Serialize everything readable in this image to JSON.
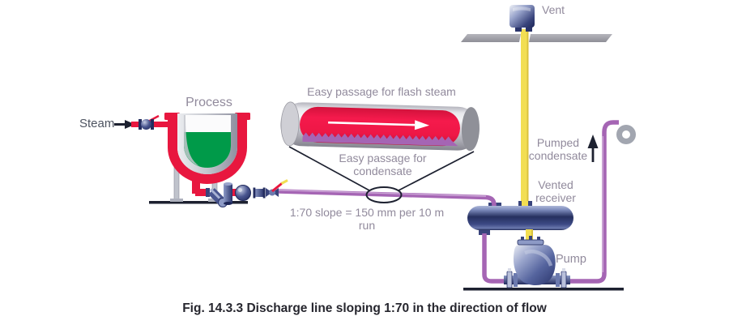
{
  "figure": {
    "caption": "Fig. 14.3.3 Discharge line sloping 1:70 in the direction of flow"
  },
  "labels": {
    "steam": "Steam",
    "process": "Process",
    "flash_steam": "Easy passage for flash steam",
    "condensate_passage": "Easy passage for condensate",
    "slope": "1:70 slope = 150 mm per 10 m run",
    "vent": "Vent",
    "pumped_condensate": "Pumped condensate",
    "vented_receiver": "Vented receiver",
    "pump": "Pump"
  },
  "icons": {
    "steam-arrow-icon": "→",
    "flow-direction-arrow-icon": "→",
    "pumped-condensate-arrow-icon": "↑"
  },
  "colors": {
    "steam-red": "#e8173f",
    "condensate-purple": "#a565b4",
    "condensate-purple-light": "#c9a2d4",
    "vent-yellow": "#f2de52",
    "vent-yellow-edge": "#d9c23e",
    "equipment-navy": "#39447c",
    "equipment-navy-dark": "#232c5e",
    "liquid-green": "#009a49",
    "pipe-gray": "#9a9aa1",
    "roof-gray": "#9c9ca4",
    "ring-gray": "#a2a6b0",
    "ground-dark": "#1d2130",
    "label-muted": "#918a9c",
    "label-dark": "#4d5360",
    "caption-dark": "#26262e"
  }
}
